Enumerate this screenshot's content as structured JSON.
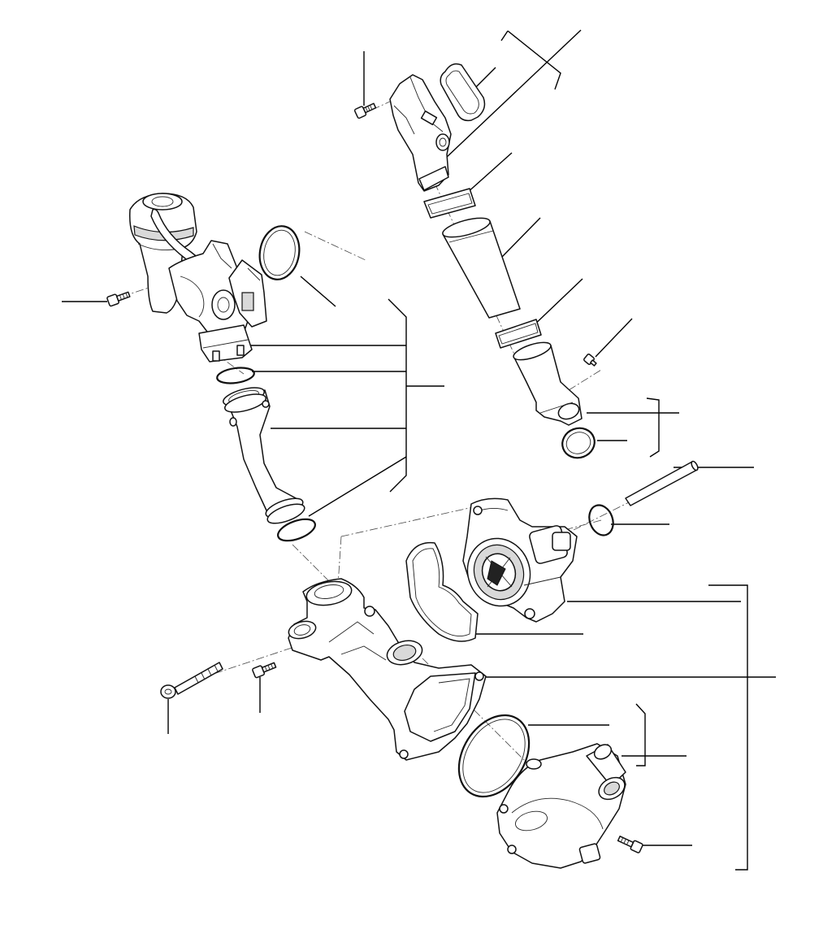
{
  "diagram": {
    "parts": [
      "bolt-top",
      "seal-flange",
      "outlet-pipe-upper",
      "clamp-ring-upper",
      "hose-sleeve",
      "clamp-ring-lower",
      "elbow-pipe",
      "small-bolt-right",
      "o-ring-elbow",
      "thermostat-housing-assembly",
      "o-ring-coolant-pipe",
      "coolant-pipe",
      "o-ring-pipe-lower",
      "long-rod",
      "o-ring-pump",
      "water-pump",
      "pump-gasket",
      "main-housing",
      "long-bolt",
      "short-bolt",
      "large-gasket-ring",
      "thermostat-cover",
      "cover-bolt"
    ]
  }
}
